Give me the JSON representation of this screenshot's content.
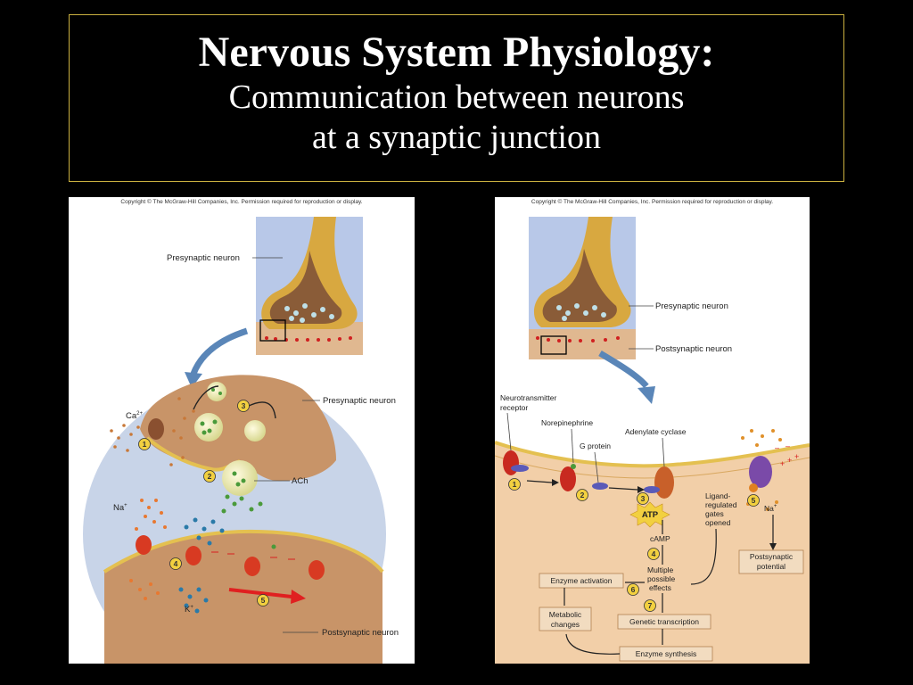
{
  "slide": {
    "title": "Nervous System Physiology:",
    "subtitle_line1": "Communication between neurons",
    "subtitle_line2": "at a synaptic junction"
  },
  "left_figure": {
    "copyright": "Copyright © The McGraw-Hill Companies, Inc. Permission required for reproduction or display.",
    "labels": {
      "presynaptic_top": "Presynaptic neuron",
      "presynaptic_main": "Presynaptic neuron",
      "postsynaptic": "Postsynaptic neuron",
      "ca": "Ca",
      "ca_sup": "2+",
      "na": "Na",
      "na_sup": "+",
      "k": "K",
      "k_sup": "+",
      "ach": "ACh"
    },
    "steps": [
      "1",
      "2",
      "3",
      "4",
      "5"
    ]
  },
  "right_figure": {
    "copyright": "Copyright © The McGraw-Hill Companies, Inc. Permission required for reproduction or display.",
    "labels": {
      "presynaptic": "Presynaptic neuron",
      "postsynaptic": "Postsynaptic neuron",
      "receptor_line1": "Neurotransmitter",
      "receptor_line2": "receptor",
      "norepinephrine": "Norepinephrine",
      "g_protein": "G protein",
      "adenylate_cyclase": "Adenylate cyclase",
      "atp": "ATP",
      "camp": "cAMP",
      "multiple_line1": "Multiple",
      "multiple_line2": "possible",
      "multiple_line3": "effects",
      "ligand_line1": "Ligand-",
      "ligand_line2": "regulated",
      "ligand_line3": "gates",
      "ligand_line4": "opened",
      "na": "Na",
      "na_sup": "+",
      "postsynaptic_potential_line1": "Postsynaptic",
      "postsynaptic_potential_line2": "potential",
      "enzyme_activation": "Enzyme activation",
      "metabolic_line1": "Metabolic",
      "metabolic_line2": "changes",
      "genetic_transcription": "Genetic transcription",
      "enzyme_synthesis": "Enzyme synthesis"
    },
    "steps": [
      "1",
      "2",
      "3",
      "4",
      "5",
      "6",
      "7"
    ]
  }
}
